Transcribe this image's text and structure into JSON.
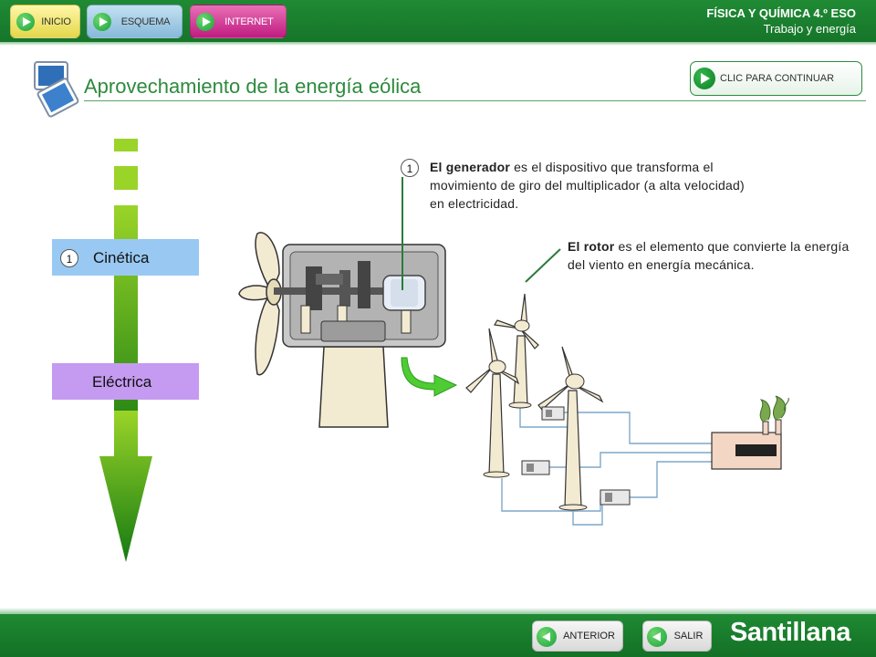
{
  "nav": {
    "inicio": "INICIO",
    "esquema": "ESQUEMA",
    "internet": "INTERNET"
  },
  "course": {
    "title": "FÍSICA Y QUÍMICA 4.º ESO",
    "subtitle": "Trabajo y energía"
  },
  "page": {
    "title": "Aprovechamiento de la energía eólica",
    "continue_label": "CLIC PARA CONTINUAR"
  },
  "energy": {
    "kinetic_number": "1",
    "kinetic_label": "Cinética",
    "electric_label": "Eléctrica"
  },
  "generator": {
    "number": "1",
    "term": "El generador",
    "text": " es el dispositivo que transforma el movimiento de giro del multiplicador (a alta velocidad) en electricidad."
  },
  "rotor": {
    "term": "El rotor",
    "text": " es el elemento que convierte la energía del viento en energía mecánica."
  },
  "footer": {
    "anterior": "ANTERIOR",
    "salir": "SALIR",
    "logo": "Santillana"
  },
  "colors": {
    "brand_green": "#1f8a33",
    "kinetic_box": "#99c9f3",
    "electric_box": "#c49bf0"
  },
  "icons": [
    "play-icon",
    "slides-icon",
    "energy-arrow",
    "wind-turbine",
    "generator-icon",
    "back-icon"
  ]
}
